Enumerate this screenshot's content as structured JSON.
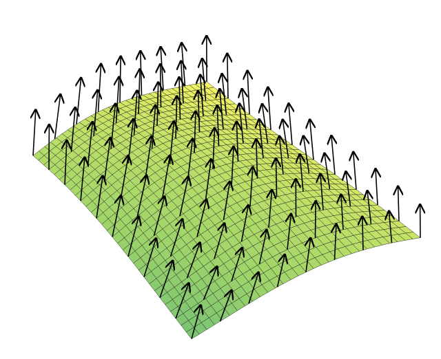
{
  "diagram": {
    "kind": "3d-surface-with-normal-vectors",
    "surface": {
      "colormap": "viridis",
      "colors": {
        "high": "#f4f466",
        "mid": "#9fd46a",
        "low": "#1f9a8a",
        "mesh_line": "#1a1a1a"
      },
      "mesh_rows": 30,
      "mesh_cols": 30,
      "edge_color": "#1a1a1a"
    },
    "vectors": {
      "color": "#000000",
      "grid": [
        8,
        10
      ],
      "description_icon": "arrow-icon"
    },
    "background": "#ffffff",
    "axes_visible": false
  }
}
